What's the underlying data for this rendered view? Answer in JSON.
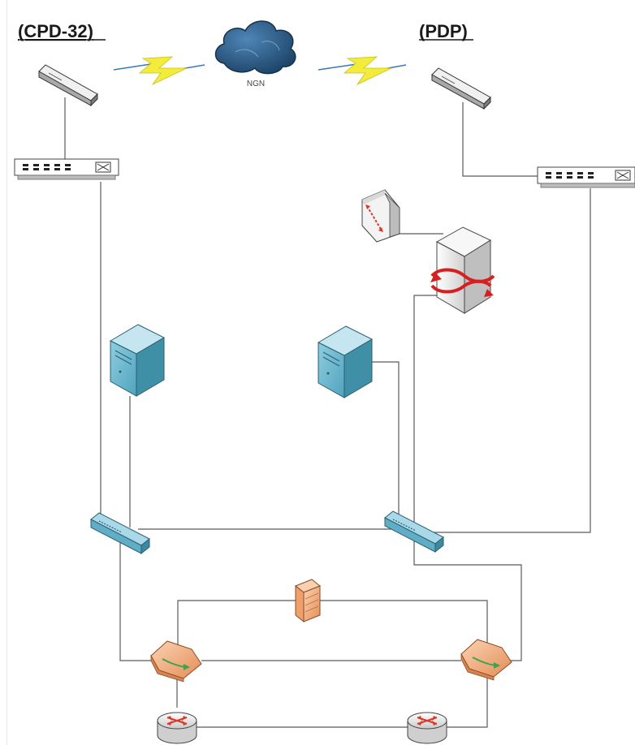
{
  "labels": {
    "left_site": "(CPD-32)",
    "right_site": "(PDP)",
    "cloud": "NGN"
  },
  "nodes": [
    {
      "id": "cloud-ngn",
      "kind": "cloud"
    },
    {
      "id": "modem-left",
      "kind": "modem"
    },
    {
      "id": "modem-right",
      "kind": "modem"
    },
    {
      "id": "patch-panel-left",
      "kind": "patch-panel"
    },
    {
      "id": "patch-panel-right",
      "kind": "patch-panel"
    },
    {
      "id": "mux-unit",
      "kind": "telecom-unit"
    },
    {
      "id": "backup-server",
      "kind": "backup-server"
    },
    {
      "id": "server-left",
      "kind": "server"
    },
    {
      "id": "server-right",
      "kind": "server"
    },
    {
      "id": "switch-left",
      "kind": "switch"
    },
    {
      "id": "switch-right",
      "kind": "switch"
    },
    {
      "id": "firewall",
      "kind": "firewall"
    },
    {
      "id": "l3-device-left",
      "kind": "l3-device"
    },
    {
      "id": "l3-device-right",
      "kind": "l3-device"
    },
    {
      "id": "router-left",
      "kind": "router"
    },
    {
      "id": "router-right",
      "kind": "router"
    }
  ],
  "links": [
    {
      "from": "modem-left",
      "to": "cloud-ngn",
      "type": "wireless"
    },
    {
      "from": "cloud-ngn",
      "to": "modem-right",
      "type": "wireless"
    },
    {
      "from": "modem-left",
      "to": "patch-panel-left",
      "type": "wired"
    },
    {
      "from": "modem-right",
      "to": "patch-panel-right",
      "type": "wired"
    },
    {
      "from": "patch-panel-left",
      "to": "switch-left",
      "type": "wired"
    },
    {
      "from": "patch-panel-right",
      "to": "switch-right",
      "type": "wired"
    },
    {
      "from": "mux-unit",
      "to": "backup-server",
      "type": "wired"
    },
    {
      "from": "backup-server",
      "to": "switch-right",
      "type": "wired"
    },
    {
      "from": "server-left",
      "to": "switch-left",
      "type": "wired"
    },
    {
      "from": "server-right",
      "to": "switch-right",
      "type": "wired"
    },
    {
      "from": "switch-left",
      "to": "switch-right",
      "type": "wired"
    },
    {
      "from": "switch-left",
      "to": "l3-device-left",
      "type": "wired"
    },
    {
      "from": "switch-right",
      "to": "l3-device-right",
      "type": "wired"
    },
    {
      "from": "l3-device-left",
      "to": "l3-device-right",
      "type": "wired"
    },
    {
      "from": "firewall",
      "to": "l3-device-left",
      "type": "wired"
    },
    {
      "from": "firewall",
      "to": "l3-device-right",
      "type": "wired"
    },
    {
      "from": "l3-device-left",
      "to": "router-left",
      "type": "wired"
    },
    {
      "from": "l3-device-right",
      "to": "router-right",
      "type": "wired"
    },
    {
      "from": "router-left",
      "to": "router-right",
      "type": "wired"
    }
  ],
  "colors": {
    "line": "#555555",
    "modem_top": "#e6e6e6",
    "modem_side": "#9a9a9a",
    "server_front": "#6cb8cf",
    "server_top": "#bfe3ee",
    "server_side": "#3f8fa6",
    "cloud_fill": "#2f5f88",
    "cloud_dark": "#1b3d5c",
    "bolt_fill": "#f4ec3a",
    "bolt_line": "#3a78b8",
    "router_red": "#d83a2a",
    "l3_orange": "#f2b48a",
    "firewall_orange": "#f2a070"
  }
}
